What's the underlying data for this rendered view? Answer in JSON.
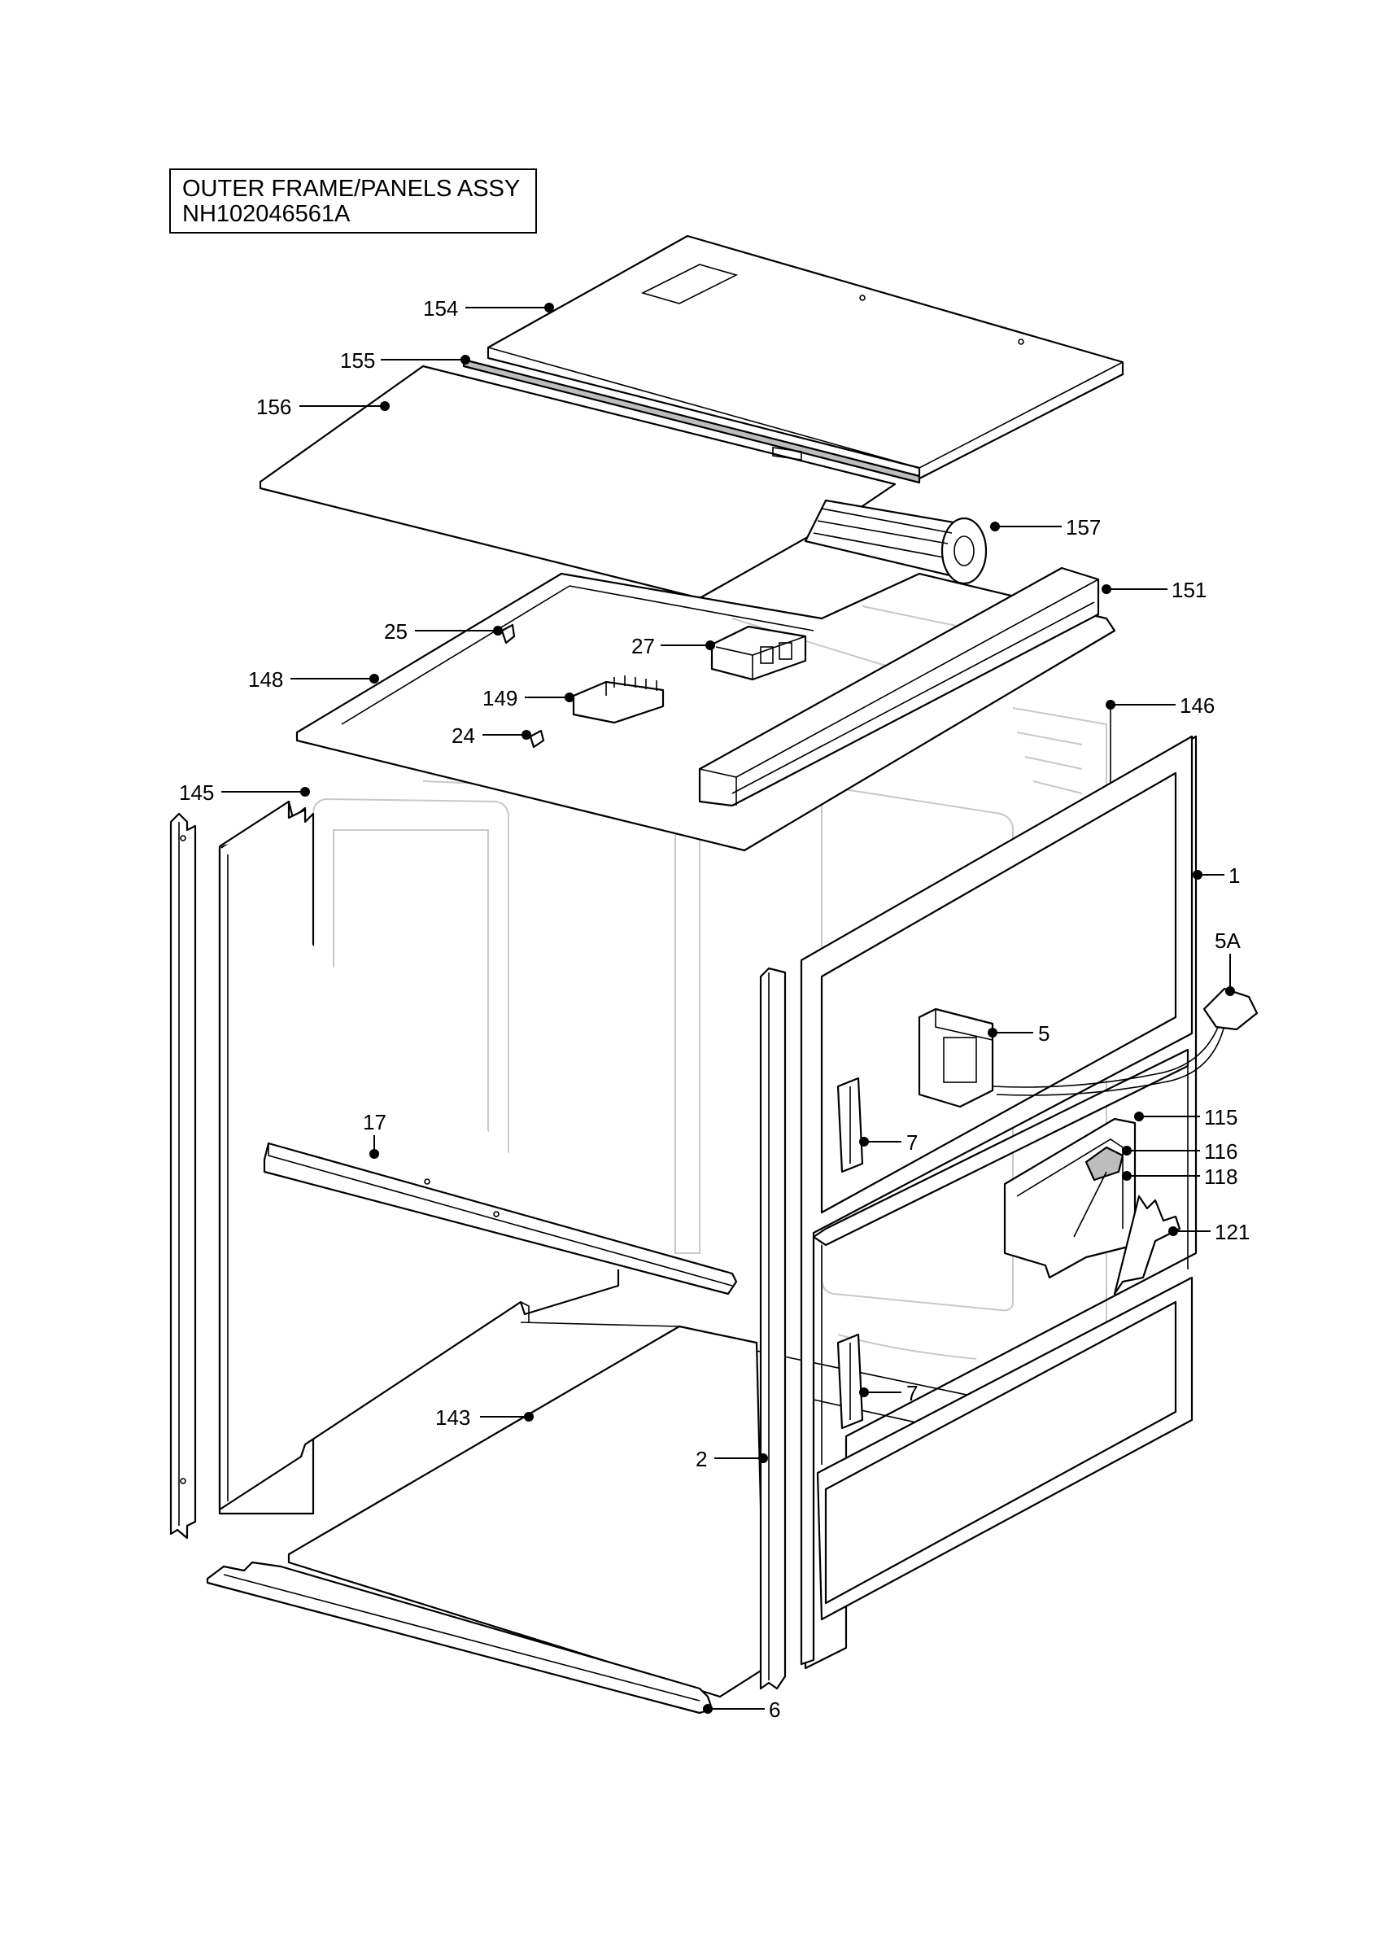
{
  "title": {
    "line1": "OUTER FRAME/PANELS ASSY",
    "line2": "NH102046561A"
  },
  "callouts": [
    {
      "id": "154",
      "label": "154"
    },
    {
      "id": "155",
      "label": "155"
    },
    {
      "id": "156",
      "label": "156"
    },
    {
      "id": "157",
      "label": "157"
    },
    {
      "id": "151",
      "label": "151"
    },
    {
      "id": "25",
      "label": "25"
    },
    {
      "id": "27",
      "label": "27"
    },
    {
      "id": "148",
      "label": "148"
    },
    {
      "id": "149",
      "label": "149"
    },
    {
      "id": "146",
      "label": "146"
    },
    {
      "id": "24",
      "label": "24"
    },
    {
      "id": "145",
      "label": "145"
    },
    {
      "id": "1",
      "label": "1"
    },
    {
      "id": "5A",
      "label": "5A"
    },
    {
      "id": "5",
      "label": "5"
    },
    {
      "id": "17",
      "label": "17"
    },
    {
      "id": "115",
      "label": "115"
    },
    {
      "id": "7a",
      "label": "7"
    },
    {
      "id": "116",
      "label": "116"
    },
    {
      "id": "118",
      "label": "118"
    },
    {
      "id": "121",
      "label": "121"
    },
    {
      "id": "7b",
      "label": "7"
    },
    {
      "id": "143",
      "label": "143"
    },
    {
      "id": "2",
      "label": "2"
    },
    {
      "id": "6",
      "label": "6"
    }
  ]
}
